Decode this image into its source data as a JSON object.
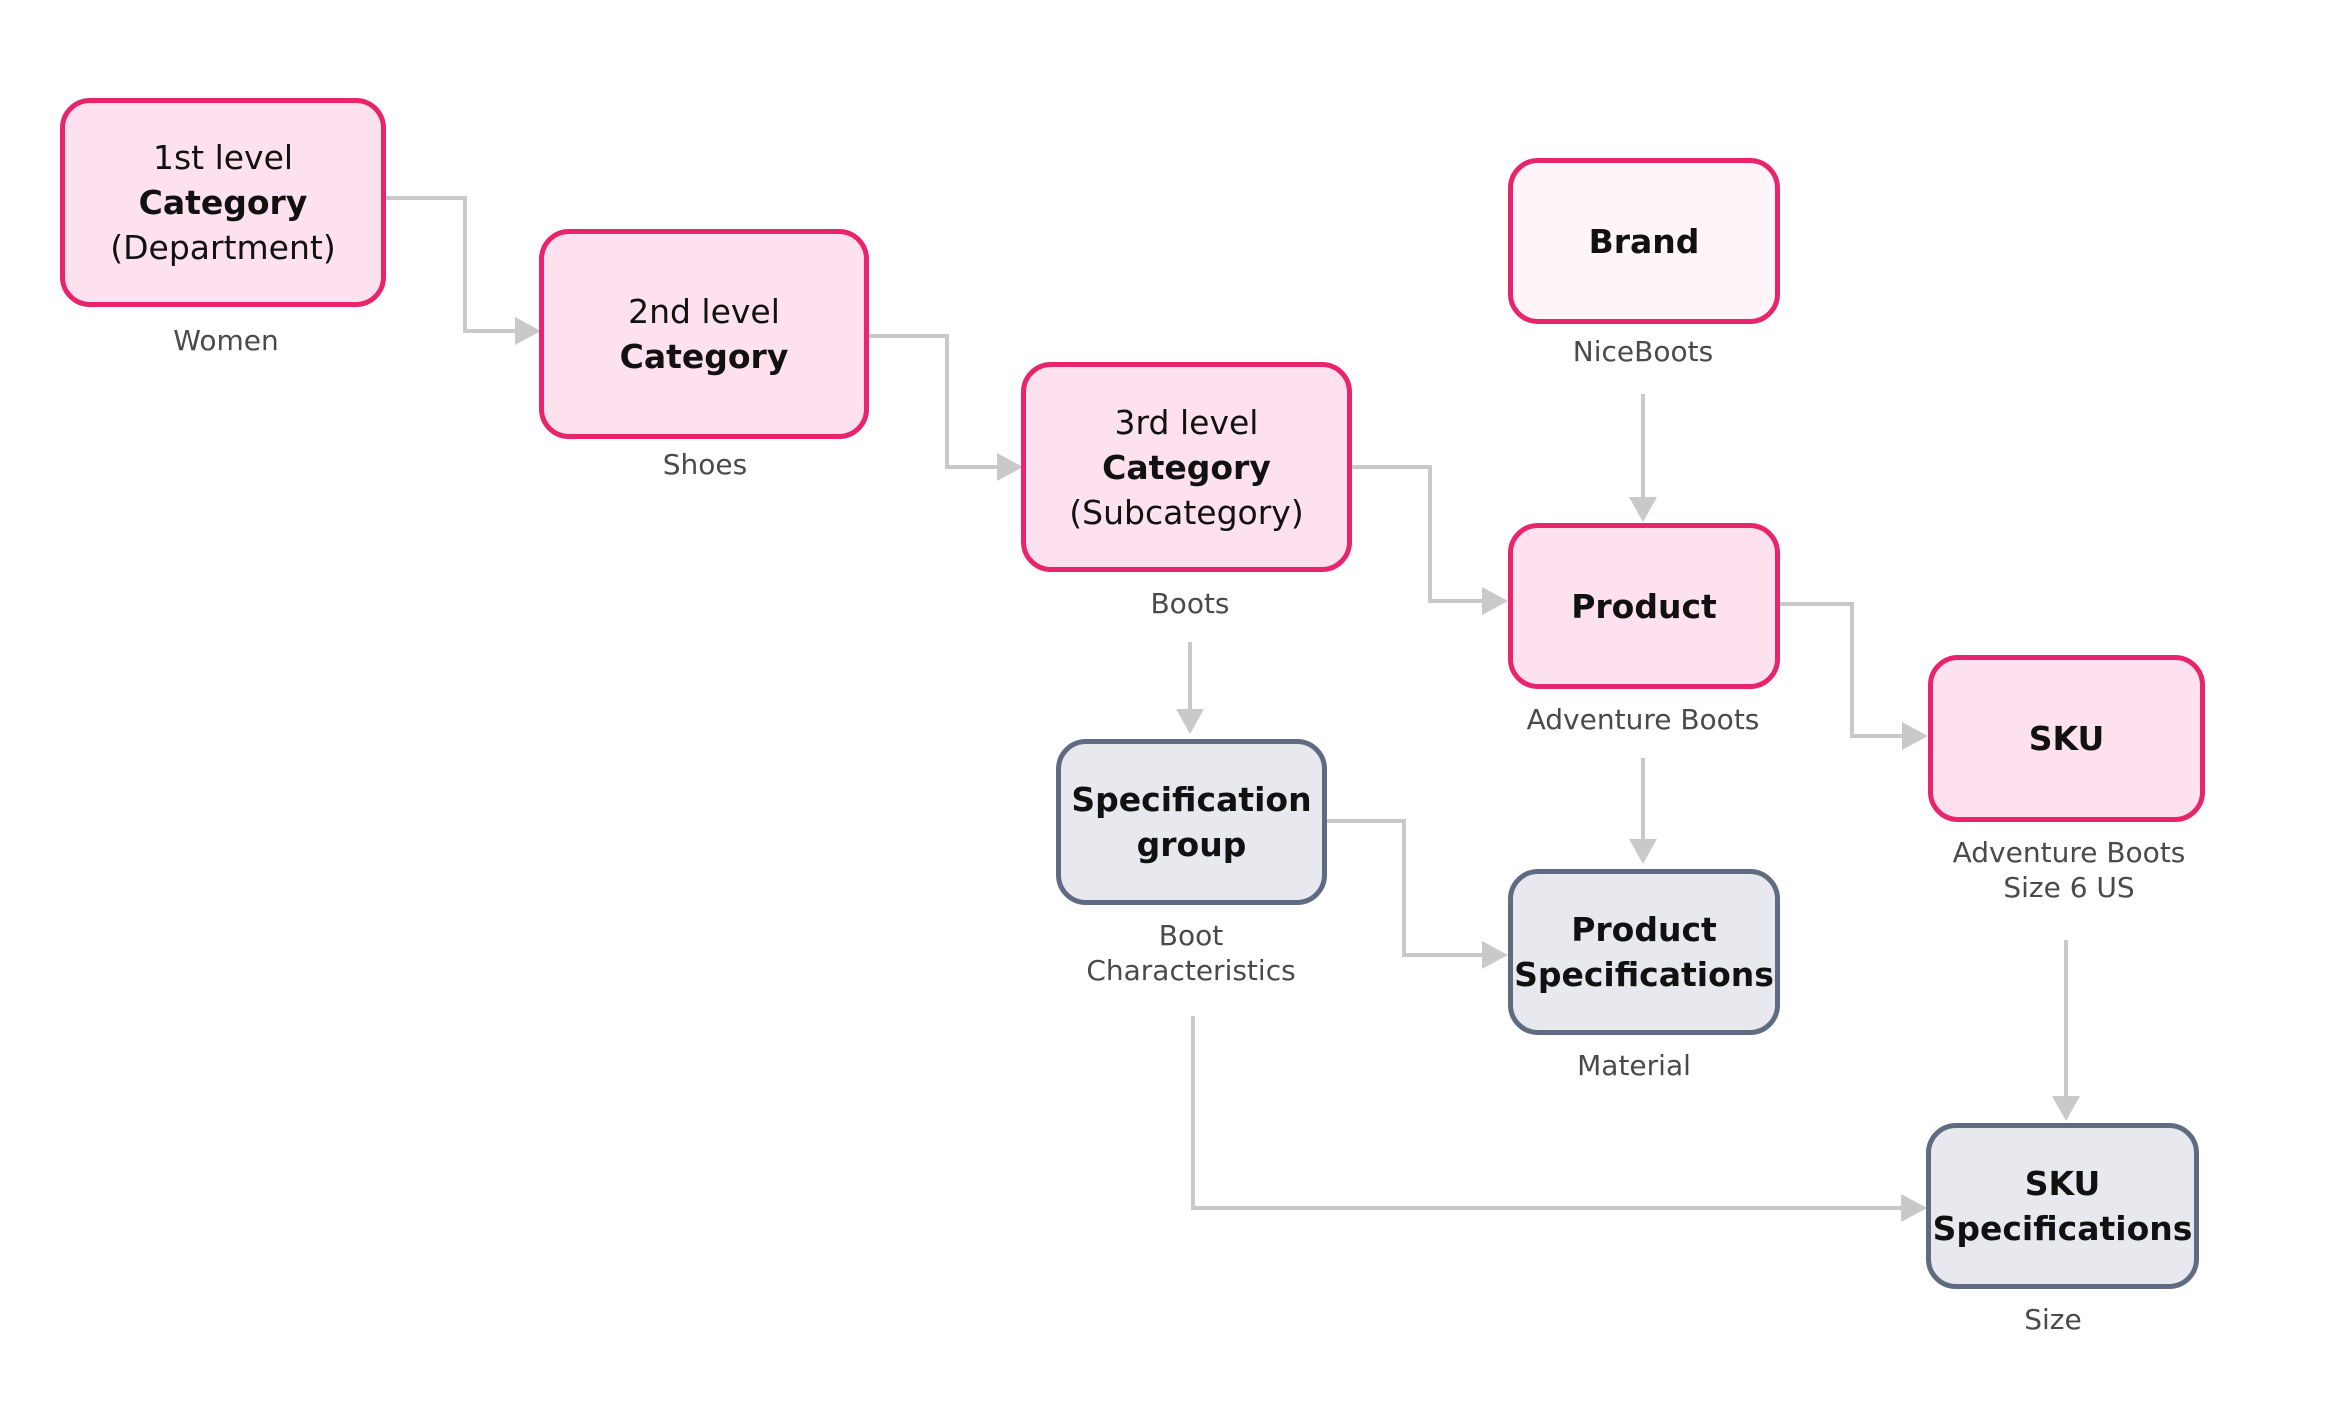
{
  "colors": {
    "pink_fill": "#fde1ee",
    "pink_light_fill": "#fff4f7",
    "pink_border": "#e8246c",
    "grey_fill": "#e8e9ee",
    "grey_border": "#5f6b80",
    "connector": "#c9c9c9",
    "caption_text": "#4a4a4a"
  },
  "nodes": {
    "category_1": {
      "line1": "1st level",
      "line2": "Category",
      "line3": "(Department)",
      "caption": "Women"
    },
    "category_2": {
      "line1": "2nd level",
      "line2": "Category",
      "caption": "Shoes"
    },
    "category_3": {
      "line1": "3rd level",
      "line2": "Category",
      "line3": "(Subcategory)",
      "caption": "Boots"
    },
    "brand": {
      "line1": "Brand",
      "caption": "NiceBoots"
    },
    "product": {
      "line1": "Product",
      "caption": "Adventure Boots"
    },
    "sku": {
      "line1": "SKU",
      "caption_line1": "Adventure Boots",
      "caption_line2": "Size 6 US"
    },
    "specification_group": {
      "line1": "Specification",
      "line2": "group",
      "caption_line1": "Boot",
      "caption_line2": "Characteristics"
    },
    "product_specifications": {
      "line1": "Product",
      "line2": "Specifications",
      "caption": "Material"
    },
    "sku_specifications": {
      "line1": "SKU",
      "line2": "Specifications",
      "caption": "Size"
    }
  }
}
